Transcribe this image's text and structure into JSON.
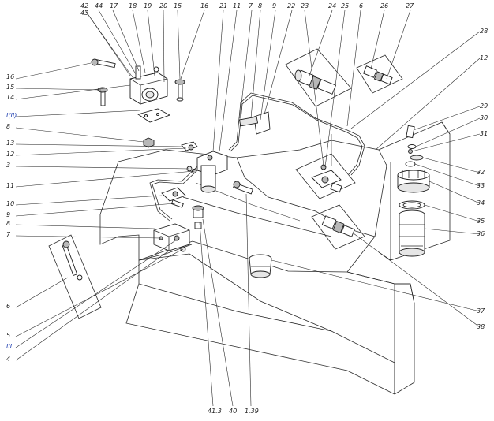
{
  "callouts_top": [
    "42",
    "43",
    "44",
    "17",
    "18",
    "19",
    "20",
    "15",
    "16",
    "21",
    "11",
    "7",
    "8",
    "9",
    "22",
    "23",
    "24",
    "25",
    "6",
    "26",
    "27"
  ],
  "callouts_left": [
    "16",
    "15",
    "14",
    "I(II)",
    "8",
    "13",
    "12",
    "3",
    "11",
    "10",
    "9",
    "8",
    "7",
    "6",
    "5",
    "III",
    "4"
  ],
  "callouts_right": [
    "28",
    "12",
    "29",
    "30",
    "31",
    "32",
    "33",
    "34",
    "35",
    "36",
    "37",
    "38"
  ],
  "callouts_bottom": [
    "41.3",
    "40",
    "1.39"
  ],
  "colors": {
    "line": "#2a2a2a",
    "label": "#1a1a1a",
    "link_label": "#1f3fb0"
  }
}
